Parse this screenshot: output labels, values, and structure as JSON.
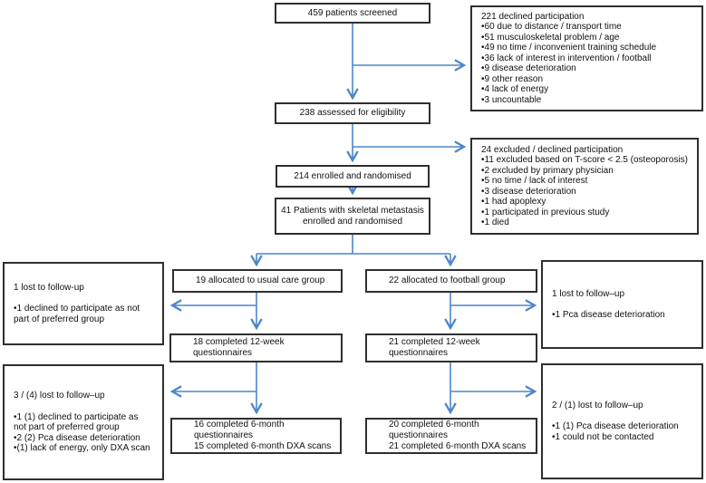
{
  "colors": {
    "arrow": "#4d86c9",
    "border": "#2f2f2f",
    "background": "#ffffff",
    "text": "#111111"
  },
  "boxes": {
    "screened": {
      "label": "459 patients screened"
    },
    "declined_screening": {
      "title": "221 declined participation",
      "bullets": [
        "60 due to distance / transport time",
        "51 musculoskeletal problem / age",
        "49 no time / inconvenient training schedule",
        "36 lack of interest in intervention / football",
        "9 disease deterioration",
        "9 other reason",
        "4 lack of energy",
        "3 uncountable"
      ]
    },
    "assessed": {
      "label": "238 assessed for eligibility"
    },
    "excluded": {
      "title": "24 excluded / declined participation",
      "bullets": [
        "11 excluded based on T-score < 2.5 (osteoporosis)",
        "2 excluded by primary physician",
        "5 no time / lack of interest",
        "3 disease deterioration",
        "1 had apoplexy",
        "1 participated in previous study",
        "1 died"
      ]
    },
    "enrolled": {
      "label": "214 enrolled and randomised"
    },
    "skeletal": {
      "line1": "41 Patients with skeletal metastasis",
      "line2": "enrolled and randomised"
    },
    "alloc_usual": {
      "label": "19 allocated to usual care group"
    },
    "alloc_football": {
      "label": "22 allocated to football group"
    },
    "lost_usual_12w": {
      "title": "1 lost to follow-up",
      "bullets": [
        "1 declined to participate as not part of preferred group"
      ]
    },
    "lost_football_12w": {
      "title": "1 lost to follow–up",
      "bullets": [
        "1 Pca disease deterioration"
      ]
    },
    "q12_usual": {
      "label": "18 completed  12-week questionnaires"
    },
    "q12_football": {
      "label": "21 completed  12-week questionnaires"
    },
    "lost_usual_6m": {
      "title": "3 / (4) lost to follow–up",
      "bullets": [
        "1 (1) declined to participate as not part of preferred group",
        "2 (2) Pca disease deterioration",
        "(1) lack of energy, only DXA scan"
      ]
    },
    "lost_football_6m": {
      "title": "2 / (1) lost to follow–up",
      "bullets": [
        "1 (1) Pca disease deterioration",
        "1 could not be contacted"
      ]
    },
    "m6_usual": {
      "line1": "16 completed  6-month questionnaires",
      "line2": "15 completed  6-month DXA scans"
    },
    "m6_football": {
      "line1": "20 completed  6-month questionnaires",
      "line2": "21 completed  6-month DXA scans"
    }
  }
}
